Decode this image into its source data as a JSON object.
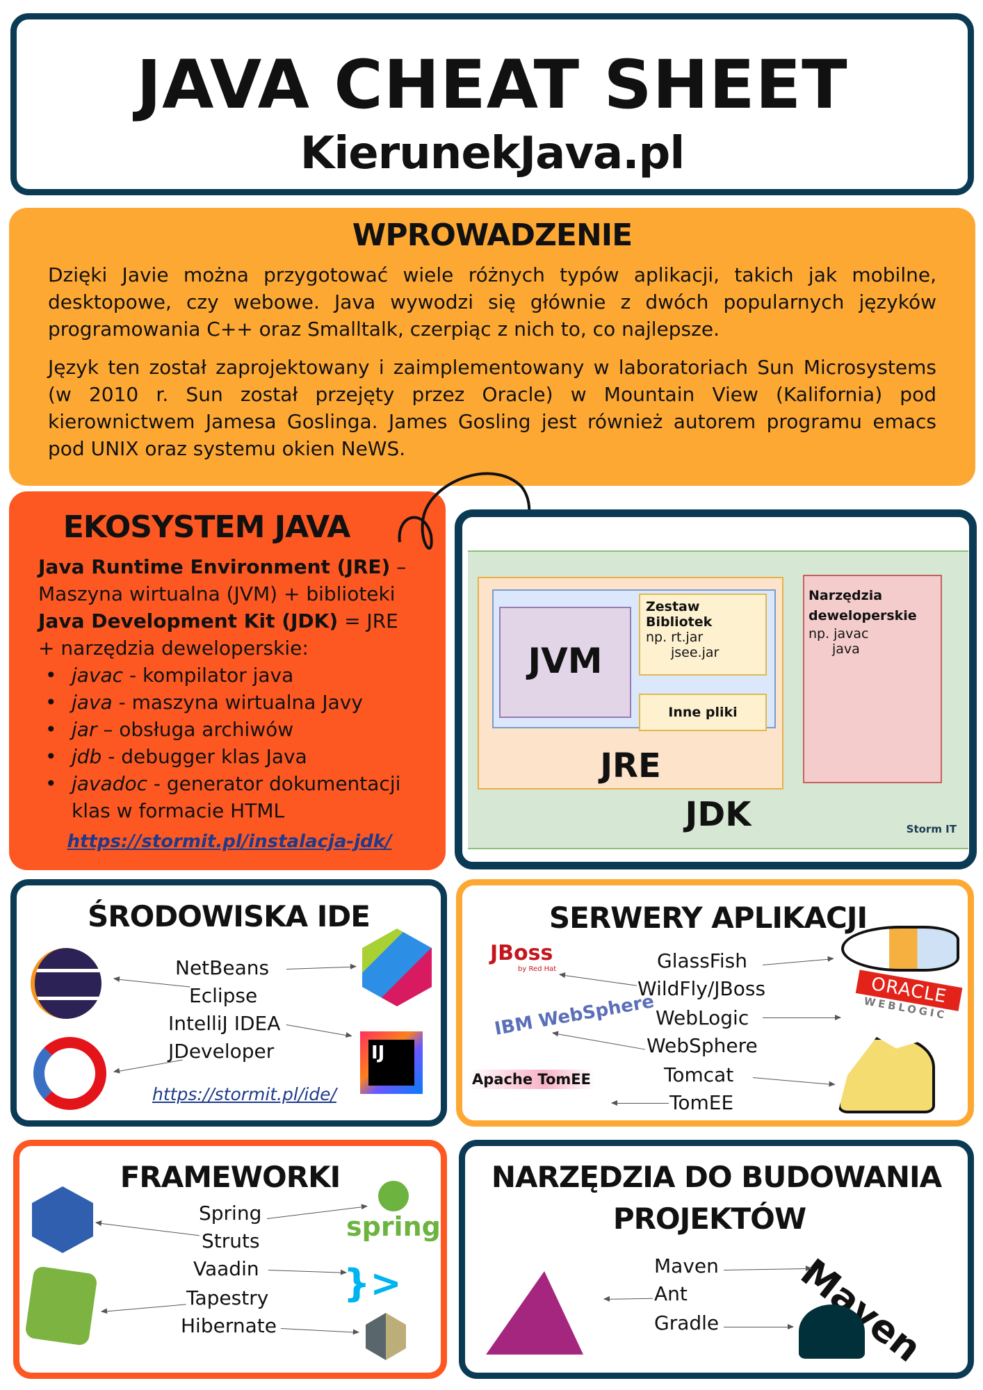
{
  "header": {
    "title": "JAVA CHEAT SHEET",
    "subtitle": "KierunekJava.pl"
  },
  "intro": {
    "heading": "WPROWADZENIE",
    "paragraphs": [
      "Dzięki Javie można przygotować wiele różnych typów aplikacji, takich jak mobilne, desktopowe, czy webowe. Java wywodzi się głównie z dwóch popularnych języków programowania C++ oraz Smalltalk, czerpiąc z nich to, co najlepsze.",
      "Język ten został zaprojektowany i zaimplementowany w laboratoriach Sun Microsystems (w 2010 r. Sun został przejęty przez Oracle) w Mountain View (Kalifornia) pod kierownictwem Jamesa Goslinga. James Gosling jest również autorem programu emacs pod UNIX oraz systemu okien NeWS."
    ]
  },
  "ecosystem": {
    "heading": "EKOSYSTEM JAVA",
    "jre_term": "Java Runtime Environment (JRE)",
    "jre_def": " – Maszyna wirtualna (JVM) + biblioteki",
    "jdk_term": "Java Development Kit (JDK)",
    "jdk_def": " = JRE + narzędzia deweloperskie:",
    "tools": [
      {
        "name": "javac",
        "desc": " - kompilator java"
      },
      {
        "name": "java",
        "desc": " - maszyna wirtualna Javy"
      },
      {
        "name": "jar",
        "desc": " – obsługa archiwów"
      },
      {
        "name": "jdb",
        "desc": " - debugger klas Java"
      },
      {
        "name": "javadoc",
        "desc": " - generator dokumentacji klas w formacie HTML"
      }
    ],
    "link": "https://stormit.pl/instalacja-jdk/"
  },
  "diagram": {
    "jvm": "JVM",
    "libs_title": "Zestaw Bibliotek",
    "libs_l1": "np. rt.jar",
    "libs_l2": "jsee.jar",
    "other": "Inne pliki",
    "jre": "JRE",
    "jdk": "JDK",
    "tools_title": "Narzędzia deweloperskie",
    "tools_l1": "np. javac",
    "tools_l2": "java",
    "brand": "Storm IT"
  },
  "ide": {
    "heading": "ŚRODOWISKA IDE",
    "items": [
      "NetBeans",
      "Eclipse",
      "IntelliJ IDEA",
      "JDeveloper"
    ],
    "link": "https://stormit.pl/ide/",
    "logos": {
      "intellij": "IJ"
    }
  },
  "servers": {
    "heading": "SERWERY APLIKACJI",
    "items": [
      "GlassFish",
      "WildFly/JBoss",
      "WebLogic",
      "WebSphere",
      "Tomcat",
      "TomEE"
    ],
    "logos": {
      "jboss": "JBoss",
      "jboss_sub": "by Red Hat",
      "websphere": "IBM WebSphere",
      "oracle": "ORACLE",
      "weblogic": "WEBLOGIC",
      "tomee": "Apache TomEE"
    }
  },
  "frameworks": {
    "heading": "FRAMEWORKI",
    "items": [
      "Spring",
      "Struts",
      "Vaadin",
      "Tapestry",
      "Hibernate"
    ],
    "logos": {
      "spring": "spring",
      "vaadin": "}>"
    }
  },
  "build": {
    "heading1": "NARZĘDZIA DO BUDOWANIA",
    "heading2": "PROJEKTÓW",
    "items": [
      "Maven",
      "Ant",
      "Gradle"
    ],
    "logos": {
      "maven": "Maven"
    }
  },
  "colors": {
    "navy": "#0b3a54",
    "orange": "#fea834",
    "red_orange": "#fd5821"
  }
}
